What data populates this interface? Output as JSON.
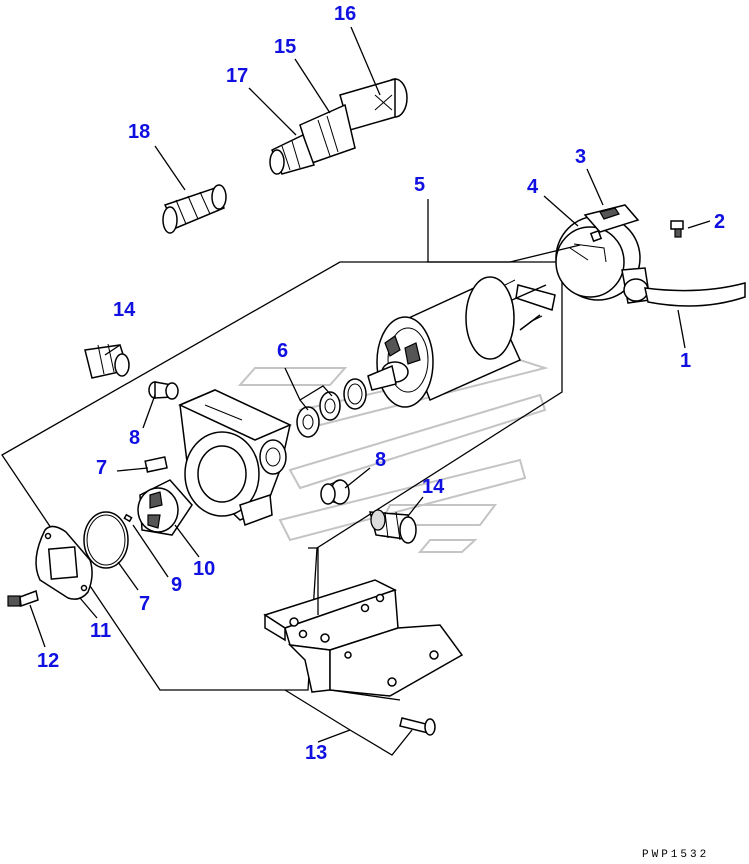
{
  "diagram": {
    "reference_code": "PWP1532",
    "callouts": [
      {
        "id": "c1",
        "label": "1"
      },
      {
        "id": "c2",
        "label": "2"
      },
      {
        "id": "c3",
        "label": "3"
      },
      {
        "id": "c4",
        "label": "4"
      },
      {
        "id": "c5",
        "label": "5"
      },
      {
        "id": "c6",
        "label": "6"
      },
      {
        "id": "c7a",
        "label": "7"
      },
      {
        "id": "c7b",
        "label": "7"
      },
      {
        "id": "c8a",
        "label": "8"
      },
      {
        "id": "c8b",
        "label": "8"
      },
      {
        "id": "c9",
        "label": "9"
      },
      {
        "id": "c10",
        "label": "10"
      },
      {
        "id": "c11",
        "label": "11"
      },
      {
        "id": "c12",
        "label": "12"
      },
      {
        "id": "c13",
        "label": "13"
      },
      {
        "id": "c14a",
        "label": "14"
      },
      {
        "id": "c14b",
        "label": "14"
      },
      {
        "id": "c15",
        "label": "15"
      },
      {
        "id": "c16",
        "label": "16"
      },
      {
        "id": "c17",
        "label": "17"
      },
      {
        "id": "c18",
        "label": "18"
      }
    ]
  }
}
